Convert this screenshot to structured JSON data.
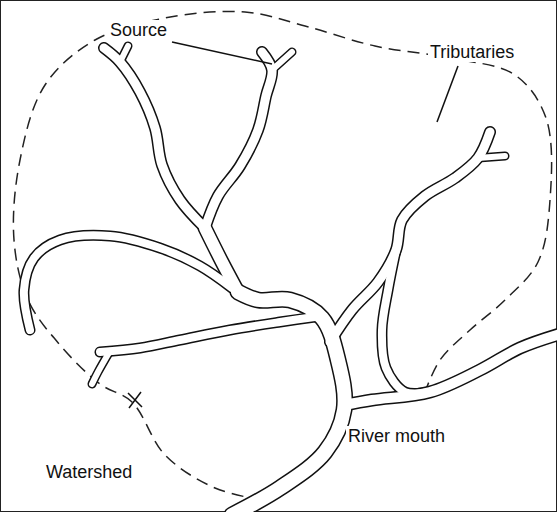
{
  "diagram": {
    "labels": [
      "Source",
      "Tributaries",
      "River mouth",
      "Watershed"
    ]
  }
}
